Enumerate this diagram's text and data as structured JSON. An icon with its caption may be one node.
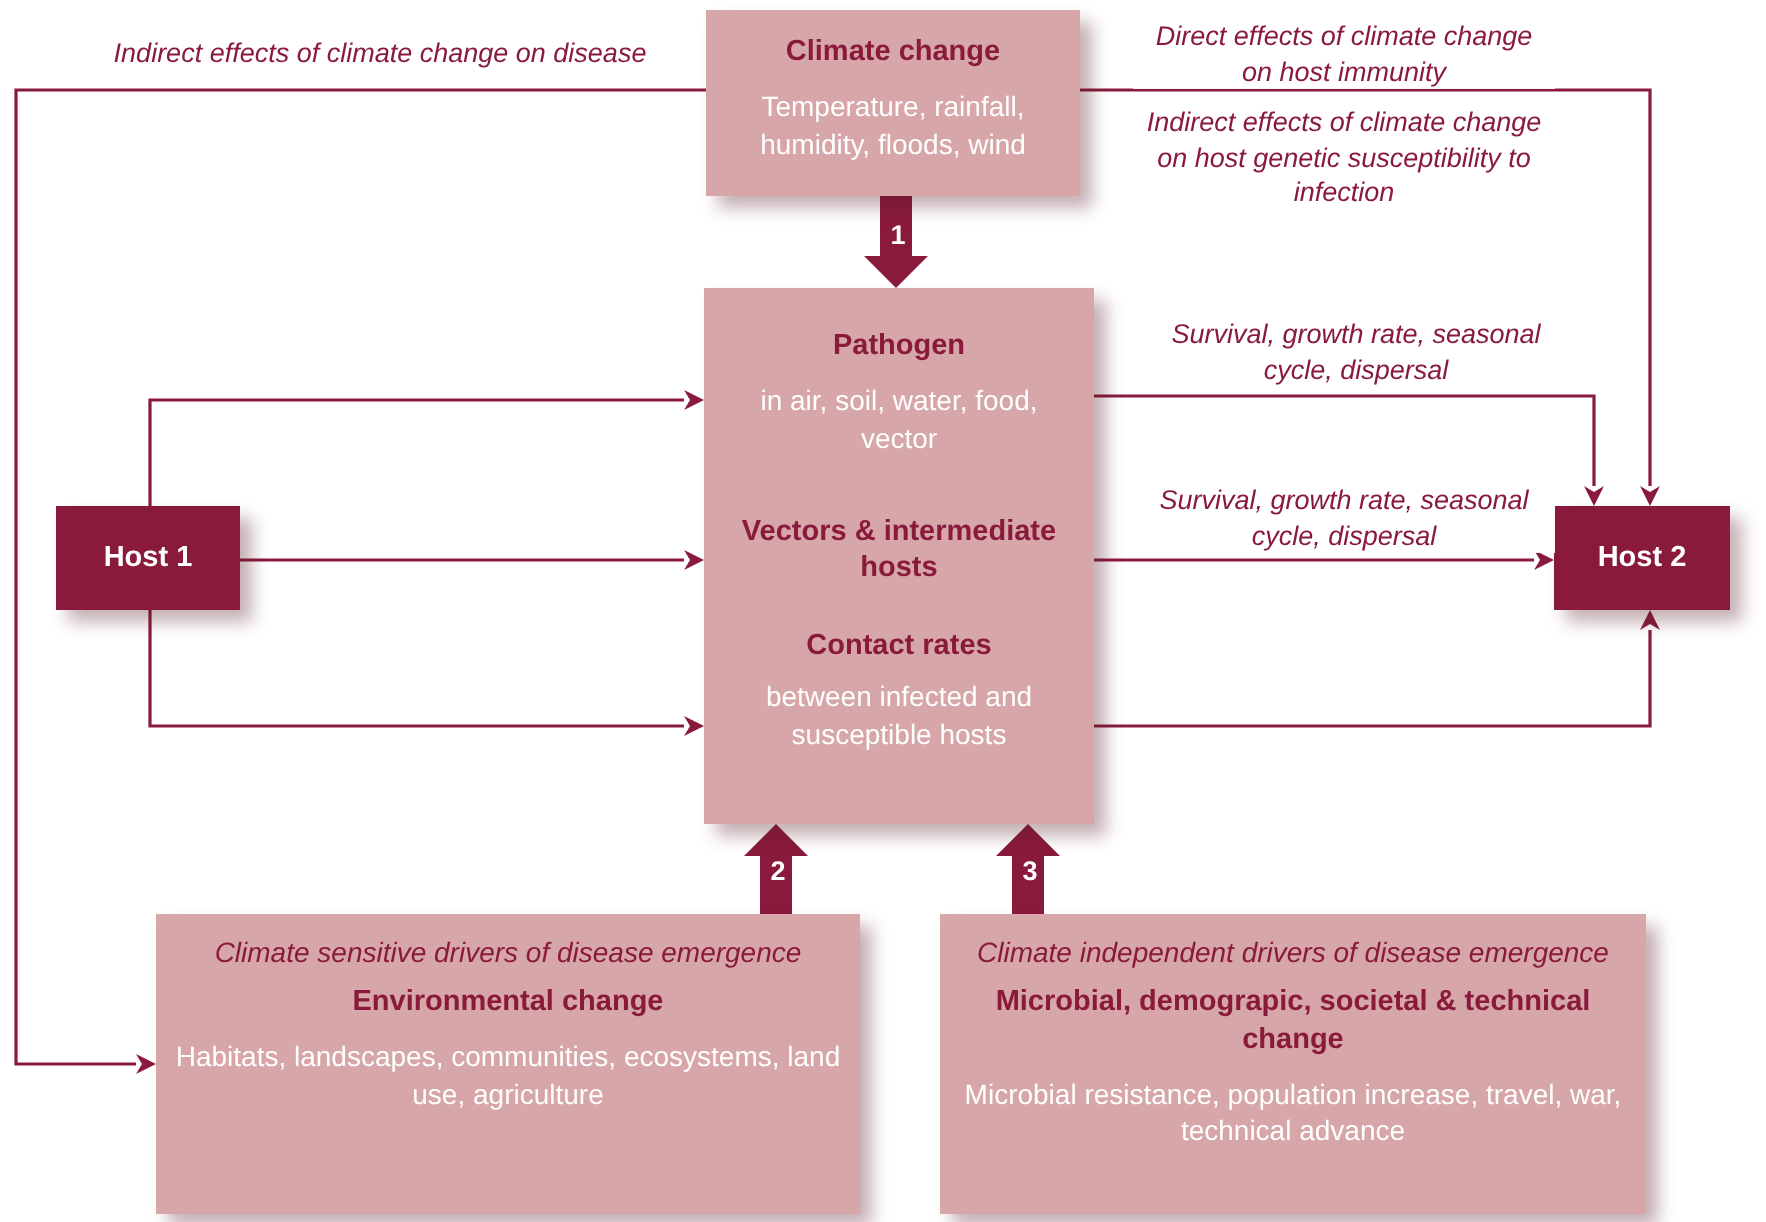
{
  "diagram": {
    "nodes": [
      {
        "text": [
          "Climate change",
          "Temperature, rainfall, humidity, floods, wind"
        ]
      },
      {
        "text": [
          "Pathogen",
          "in air, soil, water, food, vector",
          "Vectors & intermediate hosts",
          "Contact rates",
          "between infected and susceptible hosts"
        ]
      },
      {
        "text": [
          "Host 1"
        ]
      },
      {
        "text": [
          "Host 2"
        ]
      },
      {
        "text": [
          "Climate sensitive drivers of disease emergence",
          "Environmental change",
          "Habitats, landscapes, communities, ecosystems, land use, agriculture"
        ]
      },
      {
        "text": [
          "Climate independent drivers of disease emergence",
          "Microbial, demograpic, societal & technical change",
          "Microbial resistance, population increase, travel, war, technical advance"
        ]
      }
    ],
    "edges": [
      {
        "from": 0,
        "to": 1,
        "arrow": "to",
        "label": "1",
        "style": "thick"
      },
      {
        "from": 0,
        "to": 4,
        "arrow": "to",
        "label": "Indirect effects of climate change on disease"
      },
      {
        "from": 0,
        "to": 3,
        "arrow": "to",
        "label": "Direct effects of climate change on host immunity"
      },
      {
        "from": 2,
        "to": 1,
        "arrow": "to"
      },
      {
        "from": 2,
        "to": 1,
        "arrow": "to"
      },
      {
        "from": 2,
        "to": 1,
        "arrow": "to"
      },
      {
        "from": 1,
        "to": 3,
        "arrow": "to",
        "label": "Survival, growth rate, seasonal cycle, dispersal"
      },
      {
        "from": 1,
        "to": 3,
        "arrow": "to",
        "label": "Survival, growth rate, seasonal cycle, dispersal"
      },
      {
        "from": 1,
        "to": 3,
        "arrow": "to"
      },
      {
        "from": 4,
        "to": 1,
        "arrow": "to",
        "label": "2",
        "style": "thick"
      },
      {
        "from": 5,
        "to": 1,
        "arrow": "to",
        "label": "3",
        "style": "thick"
      }
    ],
    "labels": [
      "Indirect effects of climate change on host genetic susceptibility to infection"
    ]
  }
}
